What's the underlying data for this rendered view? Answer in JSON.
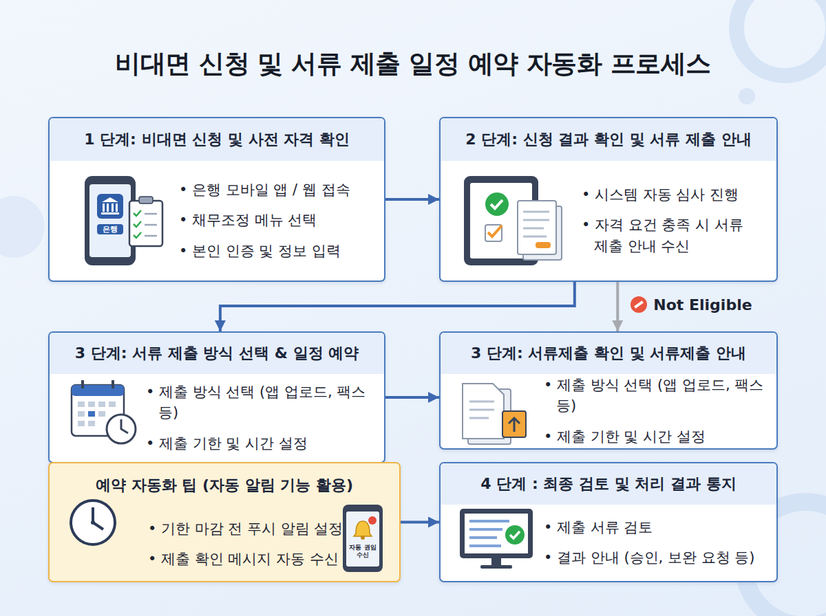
{
  "diagram": {
    "title": "비대면 신청 및 서류 제출 일정 예약 자동화 프로세스",
    "nodes": [
      {
        "text": [
          "1 단계: 비대면 신청 및 사전 자격 확인",
          "• 은행 모바일 앱 / 웹 접속",
          "• 채무조정 메뉴 선택",
          "• 본인 인증 및 정보 입력"
        ]
      },
      {
        "text": [
          "2 단계: 신청 결과 확인 및 서류 제출 안내",
          "• 시스템 자동 심사 진행",
          "• 자격 요건 충족 시 서류 제출 안내 수신"
        ]
      },
      {
        "text": [
          "3 단계: 서류 제출 방식 선택 & 일정 예약",
          "• 제출 방식 선택 (앱 업로드, 팩스 등)",
          "• 제출 기한 및 시간 설정"
        ]
      },
      {
        "text": [
          "예약 자동화 팁 (자동 알림 기능 활용)",
          "• 기한 마감 전 푸시 알림 설정",
          "• 제출 확인 메시지 자동 수신"
        ]
      },
      {
        "text": [
          "3 단계: 서류제출 확인 및 서류제출 안내",
          "• 제출 방식 선택 (앱 업로드, 팩스 등)",
          "• 제출 기한 및 시간 설정"
        ]
      },
      {
        "text": [
          "4 단계 : 최종 검토 및 처리 결과 통지",
          "• 제출 서류 검토",
          "• 결과 안내 (승인, 보완 요청 등)"
        ]
      }
    ],
    "edges": [
      {
        "from": 0,
        "to": 1,
        "arrow": "to"
      },
      {
        "from": 1,
        "to": 2,
        "arrow": "to"
      },
      {
        "from": 1,
        "to": 4,
        "label": "Not Eligible",
        "arrow": "to"
      },
      {
        "from": 2,
        "to": 4,
        "arrow": "to"
      },
      {
        "from": 3,
        "to": 5,
        "arrow": "to"
      }
    ],
    "labels": [
      "은행",
      "자동 권임 수신"
    ]
  }
}
